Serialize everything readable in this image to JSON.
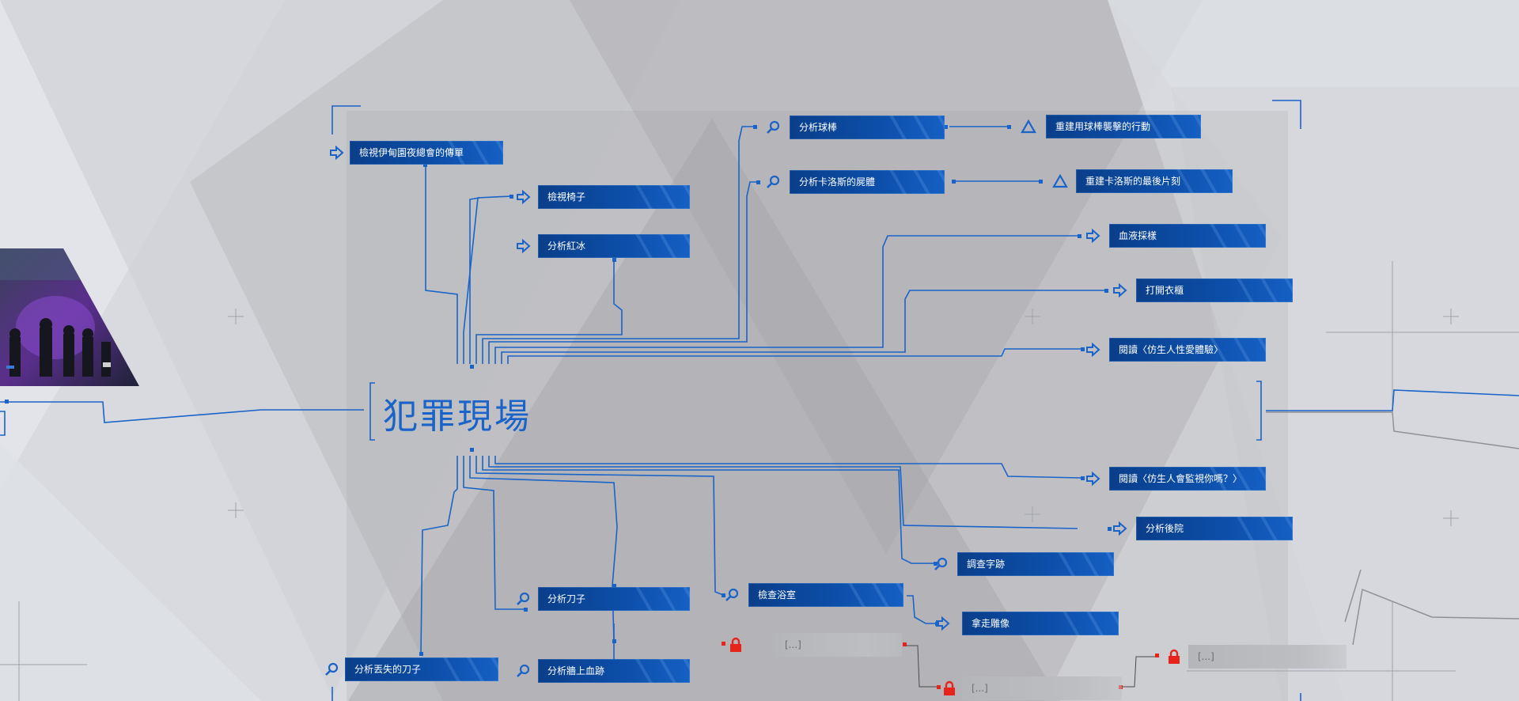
{
  "chapter_title": "犯罪現場",
  "colors": {
    "accent": "#1a63c8",
    "node_fill": "#0c4ea8",
    "locked_icon": "#e8231a",
    "background": "#d6d8dd"
  },
  "nodes_upper": {
    "flyer": {
      "label": "檢視伊甸園夜總會的傳單",
      "icon": "arrow-icon"
    },
    "chair": {
      "label": "檢視椅子",
      "icon": "arrow-icon"
    },
    "red_ice": {
      "label": "分析紅冰",
      "icon": "arrow-icon"
    },
    "bat": {
      "label": "分析球棒",
      "icon": "magnifier-icon"
    },
    "bat_recon": {
      "label": "重建用球棒襲擊的行動",
      "icon": "triangle-icon"
    },
    "body": {
      "label": "分析卡洛斯的屍體",
      "icon": "magnifier-icon"
    },
    "body_recon": {
      "label": "重建卡洛斯的最後片刻",
      "icon": "triangle-icon"
    },
    "blood": {
      "label": "血液採樣",
      "icon": "arrow-icon"
    },
    "closet": {
      "label": "打開衣櫃",
      "icon": "arrow-icon"
    },
    "read1": {
      "label": "閱讀〈仿生人性愛體驗〉",
      "icon": "arrow-icon"
    }
  },
  "nodes_lower": {
    "read2": {
      "label": "閱讀〈仿生人會監視你嗎？〉",
      "icon": "arrow-icon"
    },
    "backyard": {
      "label": "分析後院",
      "icon": "arrow-icon"
    },
    "writing": {
      "label": "調查字跡",
      "icon": "magnifier-icon"
    },
    "bathroom": {
      "label": "檢查浴室",
      "icon": "magnifier-icon"
    },
    "statue": {
      "label": "拿走雕像",
      "icon": "arrow-icon"
    },
    "knife": {
      "label": "分析刀子",
      "icon": "magnifier-icon"
    },
    "missing_knife": {
      "label": "分析丟失的刀子",
      "icon": "magnifier-icon"
    },
    "wall_blood": {
      "label": "分析牆上血跡",
      "icon": "magnifier-icon"
    },
    "locked1": {
      "label": "[...]",
      "icon": "lock-icon"
    },
    "locked2": {
      "label": "[...]",
      "icon": "lock-icon"
    },
    "locked3": {
      "label": "[...]",
      "icon": "lock-icon"
    }
  }
}
